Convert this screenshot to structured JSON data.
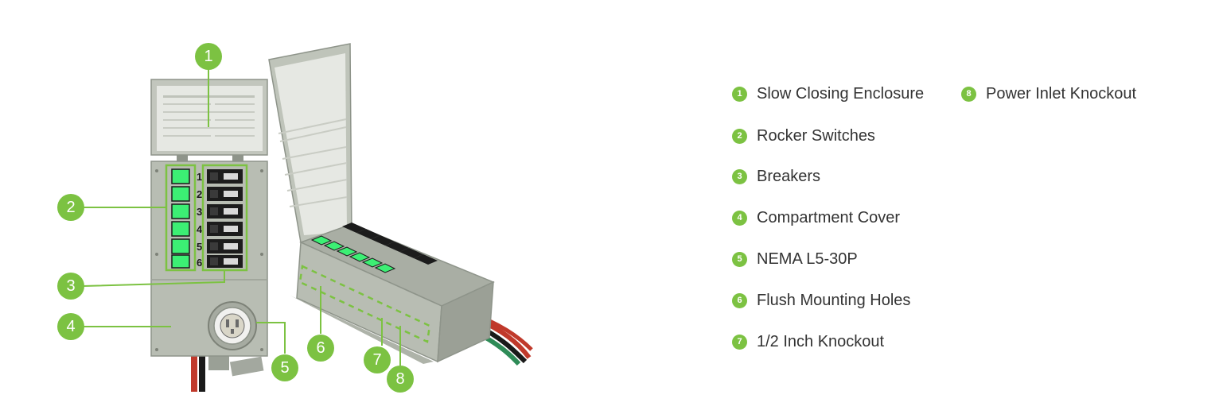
{
  "colors": {
    "accent": "#7cc242",
    "enclosure": "#b7bcb2",
    "enclosure_dark": "#8e948a",
    "switch_green": "#3cef74",
    "breaker_black": "#1c1c1c",
    "text": "#333333"
  },
  "callouts": [
    {
      "num": "1",
      "label": "Slow Closing Enclosure"
    },
    {
      "num": "2",
      "label": "Rocker Switches"
    },
    {
      "num": "3",
      "label": "Breakers"
    },
    {
      "num": "4",
      "label": "Compartment Cover"
    },
    {
      "num": "5",
      "label": "NEMA L5-30P"
    },
    {
      "num": "6",
      "label": "Flush Mounting Holes"
    },
    {
      "num": "7",
      "label": "1/2 Inch Knockout"
    },
    {
      "num": "8",
      "label": "Power Inlet Knockout"
    }
  ],
  "circuit_numbers": [
    "1",
    "2",
    "3",
    "4",
    "5",
    "6"
  ]
}
